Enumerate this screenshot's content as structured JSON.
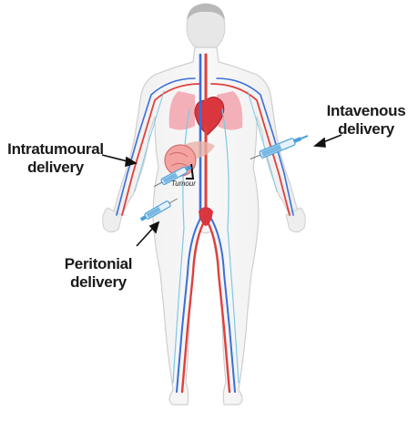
{
  "labels": {
    "intravenous": {
      "line1": "Intavenous",
      "line2": "delivery"
    },
    "intratumoural": {
      "line1": "Intratumoural",
      "line2": "delivery"
    },
    "peritonial": {
      "line1": "Peritonial",
      "line2": "delivery"
    },
    "tumour": "Tumour"
  },
  "colors": {
    "skin": "#f3f3f3",
    "outline": "#cfcfcf",
    "artery": "#e0403c",
    "vein": "#3a6fd8",
    "lymph": "#7ec8e3",
    "heart": "#d9363e",
    "lung": "#f2a3ad",
    "tumour": "#f4a3a0",
    "syringe": "#4a9fd8"
  }
}
